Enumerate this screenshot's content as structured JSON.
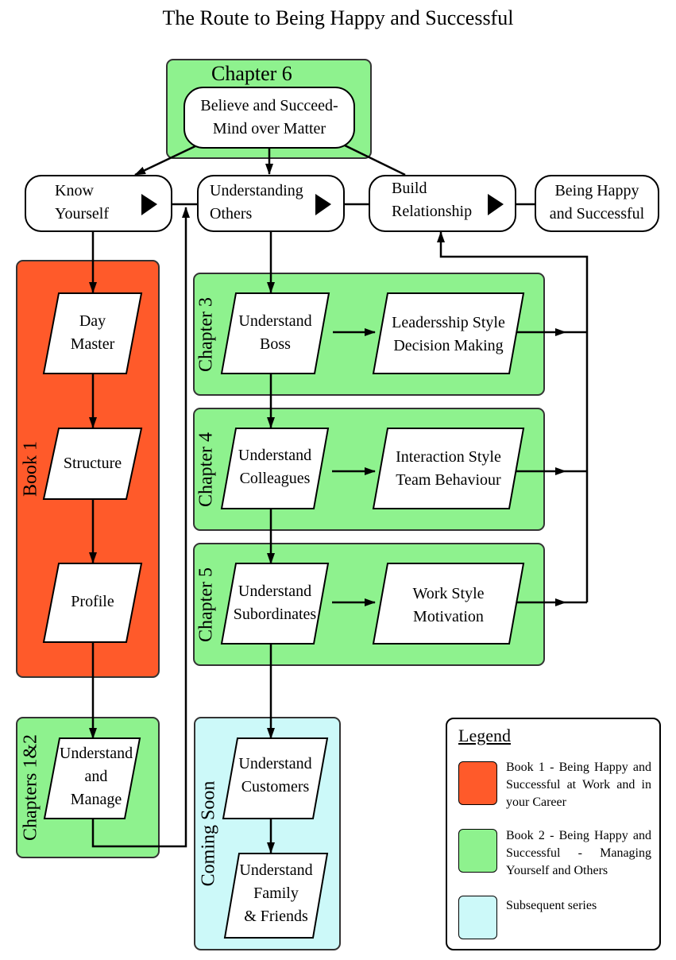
{
  "title": "The Route to Being Happy and Successful",
  "panels": {
    "chapter6": "Chapter 6",
    "book1": "Book 1",
    "chapter3": "Chapter 3",
    "chapter4": "Chapter 4",
    "chapter5": "Chapter 5",
    "chapters12": "Chapters 1&2",
    "coming_soon": "Coming Soon"
  },
  "nodes": {
    "believe": "Believe and Succeed-\nMind over Matter",
    "know_yourself": "Know\nYourself",
    "understanding_others": "Understanding\nOthers",
    "build_relationship": "Build\nRelationship",
    "being_happy": "Being Happy\nand Successful",
    "day_master": "Day\nMaster",
    "structure": "Structure",
    "profile": "Profile",
    "understand_manage": "Understand\nand\nManage",
    "understand_boss": "Understand\nBoss",
    "leadership": "Leadersship Style\nDecision Making",
    "understand_colleagues": "Understand\nColleagues",
    "interaction": "Interaction Style\nTeam Behaviour",
    "understand_subordinates": "Understand\nSubordinates",
    "work_style": "Work Style\nMotivation",
    "understand_customers": "Understand\nCustomers",
    "understand_family": "Understand\nFamily\n& Friends"
  },
  "legend": {
    "title": "Legend",
    "items": [
      {
        "text": "Book 1 - Being Happy and Successful at Work and in your Career",
        "color": "#ff5a2a"
      },
      {
        "text": "Book 2 - Being Happy and Successful - Managing Yourself and Others",
        "color": "#8ef28e"
      },
      {
        "text": "Subsequent series",
        "color": "#ccf9f9"
      }
    ]
  },
  "colors": {
    "book1": "#ff5a2a",
    "book2": "#8ef28e",
    "subsequent": "#ccf9f9"
  }
}
